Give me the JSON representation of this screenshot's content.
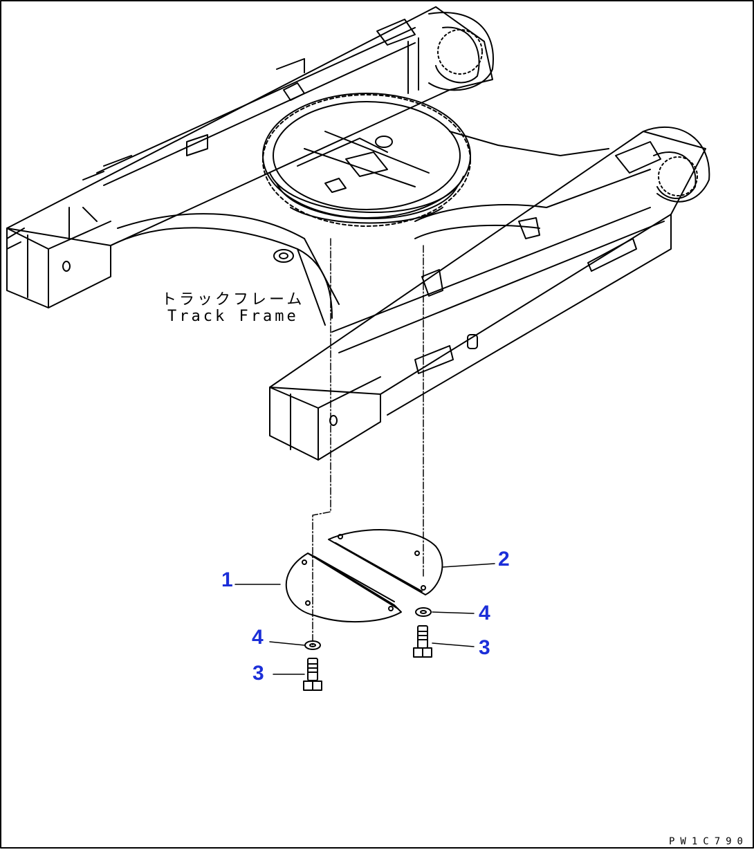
{
  "frame_label": {
    "japanese": "トラックフレーム",
    "english": "Track Frame"
  },
  "callouts": [
    "1",
    "2",
    "3",
    "3",
    "4",
    "4"
  ],
  "drawing_code": "PW1C790",
  "colors": {
    "line": "#000000",
    "callout": "#1c2fd8",
    "background": "#ffffff"
  }
}
